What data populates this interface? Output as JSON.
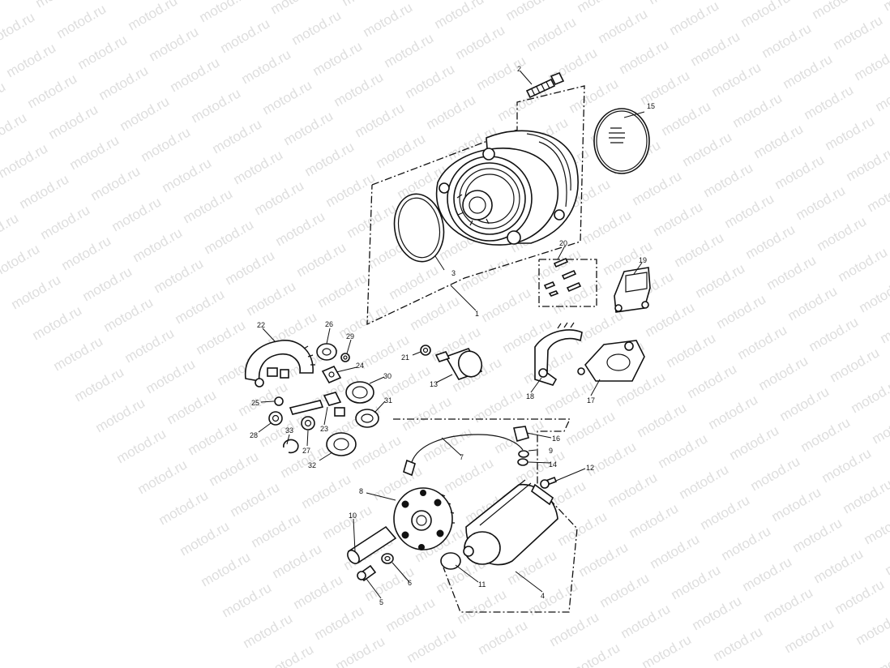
{
  "watermark": {
    "text": "motod.ru"
  },
  "callouts": {
    "c1": "1",
    "c2": "2",
    "c3": "3",
    "c4": "4",
    "c5": "5",
    "c6": "6",
    "c7": "7",
    "c8": "8",
    "c9": "9",
    "c10": "10",
    "c11": "11",
    "c12": "12",
    "c13": "13",
    "c14": "14",
    "c15": "15",
    "c16": "16",
    "c17": "17",
    "c18": "18",
    "c19": "19",
    "c20": "20",
    "c21": "21",
    "c22": "22",
    "c23": "23",
    "c24": "24",
    "c25": "25",
    "c26": "26",
    "c27": "27",
    "c28": "28",
    "c29": "29",
    "c30": "30",
    "c31": "31",
    "c32": "32",
    "c33": "33"
  }
}
